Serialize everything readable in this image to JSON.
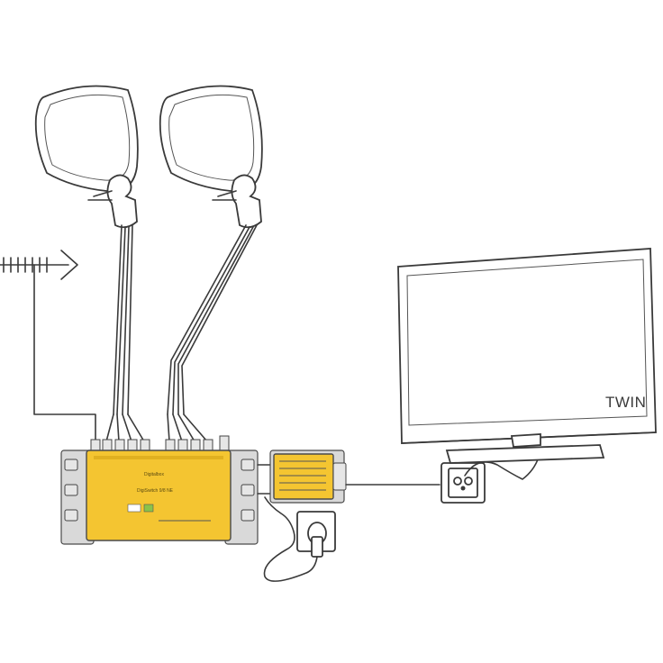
{
  "diagram": {
    "tv_label": "TWIN",
    "multiswitch_brand": "Digitalbox",
    "multiswitch_model": "DigiSwitch 9/8 NE",
    "colors": {
      "device_yellow": "#f4c531",
      "line": "#3a3a3a",
      "metal": "#d9d9d9"
    }
  }
}
